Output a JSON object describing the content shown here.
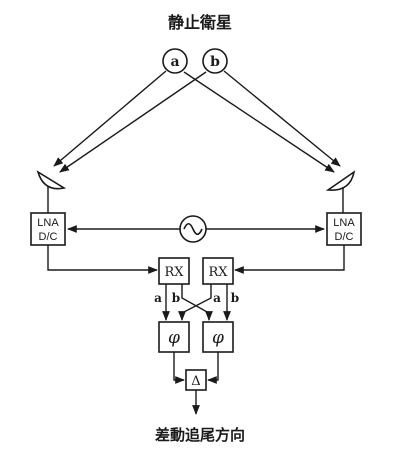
{
  "title": "静止衛星",
  "satellites": {
    "a": "a",
    "b": "b"
  },
  "antenna_label": {
    "line1": "LNA",
    "line2": "D/C"
  },
  "receivers": {
    "left": "RX",
    "right": "RX"
  },
  "rx_outputs": {
    "left_a": "a",
    "left_b": "b",
    "right_a": "a",
    "right_b": "b"
  },
  "phase": {
    "left": "φ",
    "right": "φ"
  },
  "differencer": "Δ",
  "footer": "差動追尾方向",
  "colors": {
    "ink": "#1a1a1a",
    "background": "#ffffff"
  }
}
